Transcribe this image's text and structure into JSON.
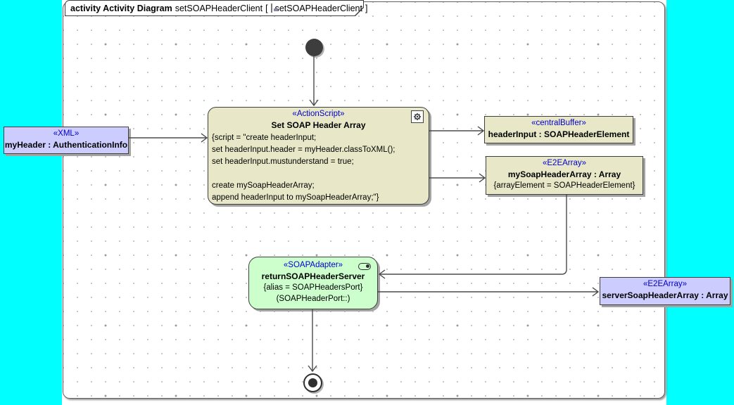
{
  "frame_header": {
    "keyword": "activity Activity Diagram",
    "name": "setSOAPHeaderClient",
    "ref_open": "[",
    "ref_name": "setSOAPHeaderClient",
    "ref_close": "]"
  },
  "nodes": {
    "action": {
      "stereotype": "«ActionScript»",
      "name": "Set SOAP Header Array",
      "body": [
        "{script = \"create headerInput;",
        "set headerInput.header = myHeader.classToXML();",
        "set headerInput.mustunderstand = true;",
        "",
        "create mySoapHeaderArray;",
        "append headerInput to mySoapHeaderArray;\"}"
      ],
      "icon": "script-gear-icon"
    },
    "xml_object": {
      "stereotype": "«XML»",
      "name": "myHeader : AuthenticationInfo"
    },
    "central_buffer": {
      "stereotype": "«centralBuffer»",
      "name": "headerInput : SOAPHeaderElement"
    },
    "my_array": {
      "stereotype": "«E2EArray»",
      "name": "mySoapHeaderArray : Array",
      "constraint": "{arrayElement = SOAPHeaderElement}"
    },
    "soap_adapter": {
      "stereotype": "«SOAPAdapter»",
      "name": "returnSOAPHeaderServer",
      "constraint": "{alias = SOAPHeadersPort}",
      "qualifier": "(SOAPHeaderPort::)",
      "icon": "call-behavior-pill-icon"
    },
    "server_array": {
      "stereotype": "«E2EArray»",
      "name": "serverSoapHeaderArray : Array"
    }
  },
  "control_nodes": {
    "initial": "initial-node",
    "final": "activity-final-node"
  },
  "edges": [
    "initial-to-action",
    "xml-to-action",
    "action-to-central-buffer",
    "action-to-my-array",
    "my-array-to-adapter",
    "adapter-to-server-array",
    "adapter-to-final"
  ],
  "colors": {
    "background": "#00FFFF",
    "paper": "#FFFFFF",
    "action_fill": "#E8E8C8",
    "adapter_fill": "#CCFFCC",
    "object_fill": "#CCCCFF",
    "stereotype_text": "#0000CC",
    "edge": "#4A4A4A",
    "shadow": "#A3A3A3"
  }
}
